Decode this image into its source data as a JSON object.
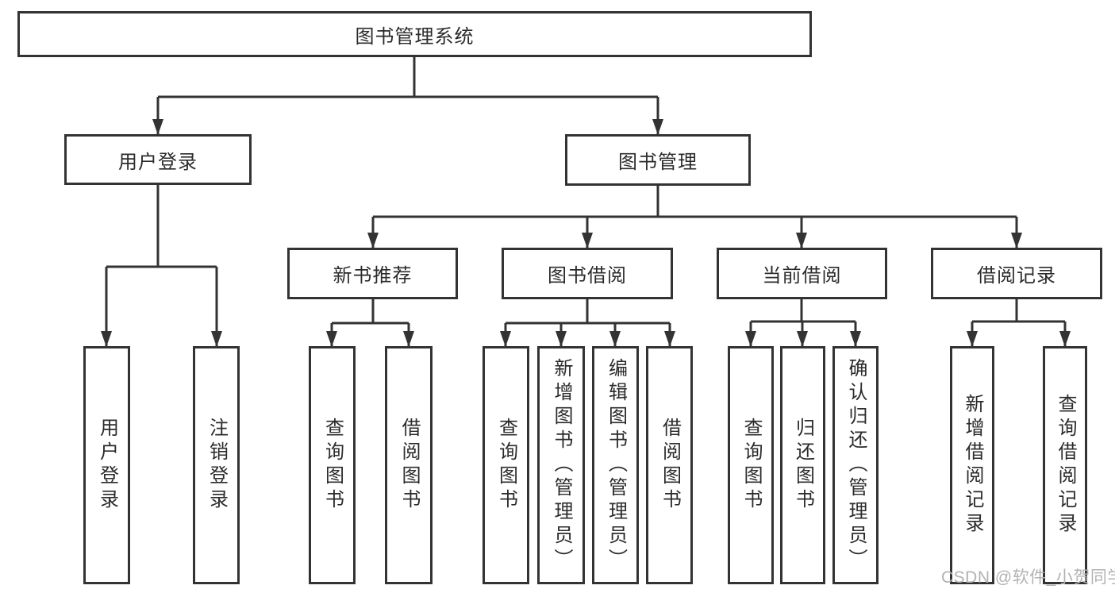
{
  "diagram": {
    "root_label": "图书管理系统",
    "level2": [
      "用户登录",
      "图书管理"
    ],
    "level3": [
      "新书推荐",
      "图书借阅",
      "当前借阅",
      "借阅记录"
    ],
    "leaves": {
      "user_login": [
        "用户登录",
        "注销登录"
      ],
      "new_book_recommend": [
        "查询图书",
        "借阅图书"
      ],
      "book_borrow": [
        "查询图书",
        "新增图书（管理员）",
        "编辑图书（管理员）",
        "借阅图书"
      ],
      "current_borrow": [
        "查询图书",
        "归还图书",
        "确认归还（管理员）"
      ],
      "borrow_record": [
        "新增借阅记录",
        "查询借阅记录"
      ]
    }
  },
  "watermark": "CSDN @软件_小贺同学",
  "colors": {
    "line": "#333333",
    "box_border": "#333333",
    "text": "#2b2b2b",
    "watermark": "#b2b2b2",
    "background": "#ffffff"
  }
}
